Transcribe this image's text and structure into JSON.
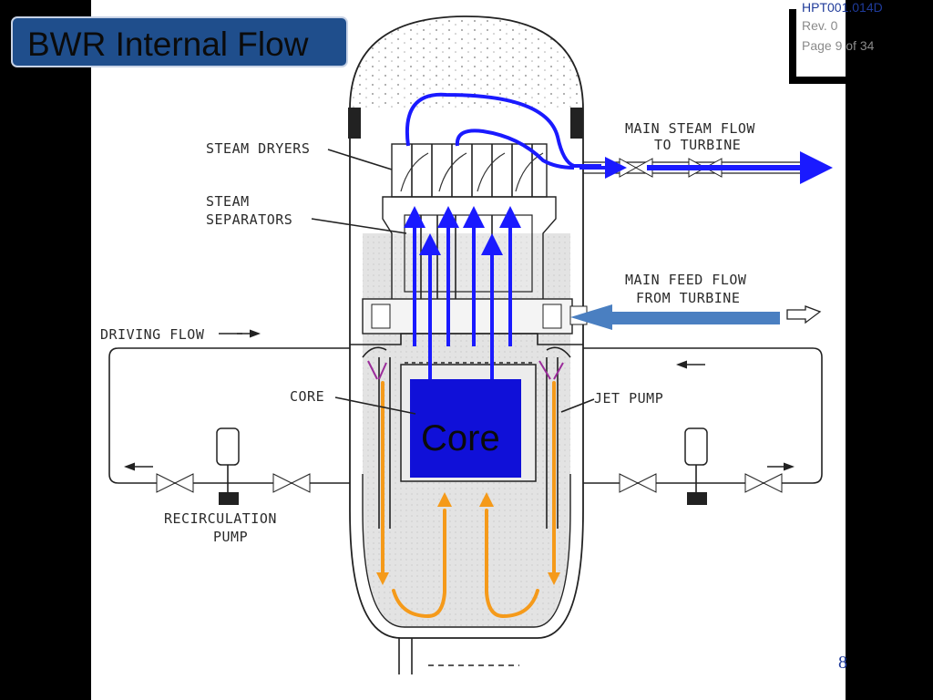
{
  "slide": {
    "title": "BWR Internal Flow",
    "doc_id": "HPT001.014D",
    "revision": "Rev. 0",
    "page": "Page 9 of 34",
    "slide_number": "8"
  },
  "diagram_labels": {
    "steam_dryers": "STEAM DRYERS",
    "steam_separators_1": "STEAM",
    "steam_separators_2": "SEPARATORS",
    "main_steam_1": "MAIN STEAM FLOW",
    "main_steam_2": "TO TURBINE",
    "main_feed_1": "MAIN FEED FLOW",
    "main_feed_2": "FROM TURBINE",
    "driving_flow": "DRIVING FLOW",
    "core": "CORE",
    "jet_pump": "JET PUMP",
    "recirc_1": "RECIRCULATION",
    "recirc_2": "PUMP",
    "core_box": "Core"
  },
  "colors": {
    "steam_flow": "#1a1aff",
    "feed_flow": "#4a7fc1",
    "recirc_flow": "#f59a1a",
    "driving_nozzle": "#9b2c9b",
    "core_fill": "#1010d8",
    "title_bg": "#1f4e8c"
  }
}
